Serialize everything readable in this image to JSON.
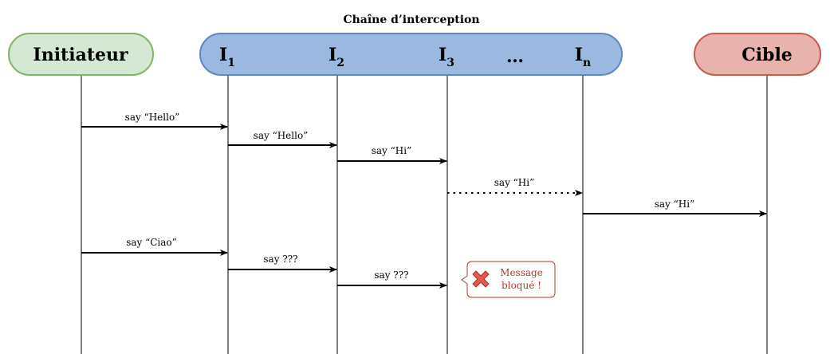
{
  "chain_title": "Chaîne d’interception",
  "initiator": {
    "label": "Initiateur",
    "fill": "#d5e8d4",
    "stroke": "#82b366"
  },
  "chain": {
    "fill": "#9bb8e0",
    "stroke": "#5f86c4",
    "interceptors": [
      {
        "base": "I",
        "sub": "1"
      },
      {
        "base": "I",
        "sub": "2"
      },
      {
        "base": "I",
        "sub": "3"
      },
      {
        "base": "…",
        "sub": ""
      },
      {
        "base": "I",
        "sub": "n"
      }
    ]
  },
  "target": {
    "label": "Cible",
    "fill": "#e8b2ad",
    "stroke": "#c65a4f"
  },
  "messages": [
    {
      "label": "say “Hello”",
      "from": "initiator",
      "to": "I1",
      "style": "solid"
    },
    {
      "label": "say “Hello”",
      "from": "I1",
      "to": "I2",
      "style": "solid"
    },
    {
      "label": "say “Hi”",
      "from": "I2",
      "to": "I3",
      "style": "solid"
    },
    {
      "label": "say “Hi”",
      "from": "I3",
      "to": "In",
      "style": "dotted"
    },
    {
      "label": "say “Hi”",
      "from": "In",
      "to": "target",
      "style": "solid"
    },
    {
      "label": "say “Ciao”",
      "from": "initiator",
      "to": "I1",
      "style": "solid"
    },
    {
      "label": "say ???",
      "from": "I1",
      "to": "I2",
      "style": "solid"
    },
    {
      "label": "say ???",
      "from": "I2",
      "to": "I3",
      "style": "solid"
    }
  ],
  "blocked_callout": {
    "line1": "Message",
    "line2": "bloqué !",
    "icon": "cross-icon",
    "color": "#b03a2e"
  }
}
